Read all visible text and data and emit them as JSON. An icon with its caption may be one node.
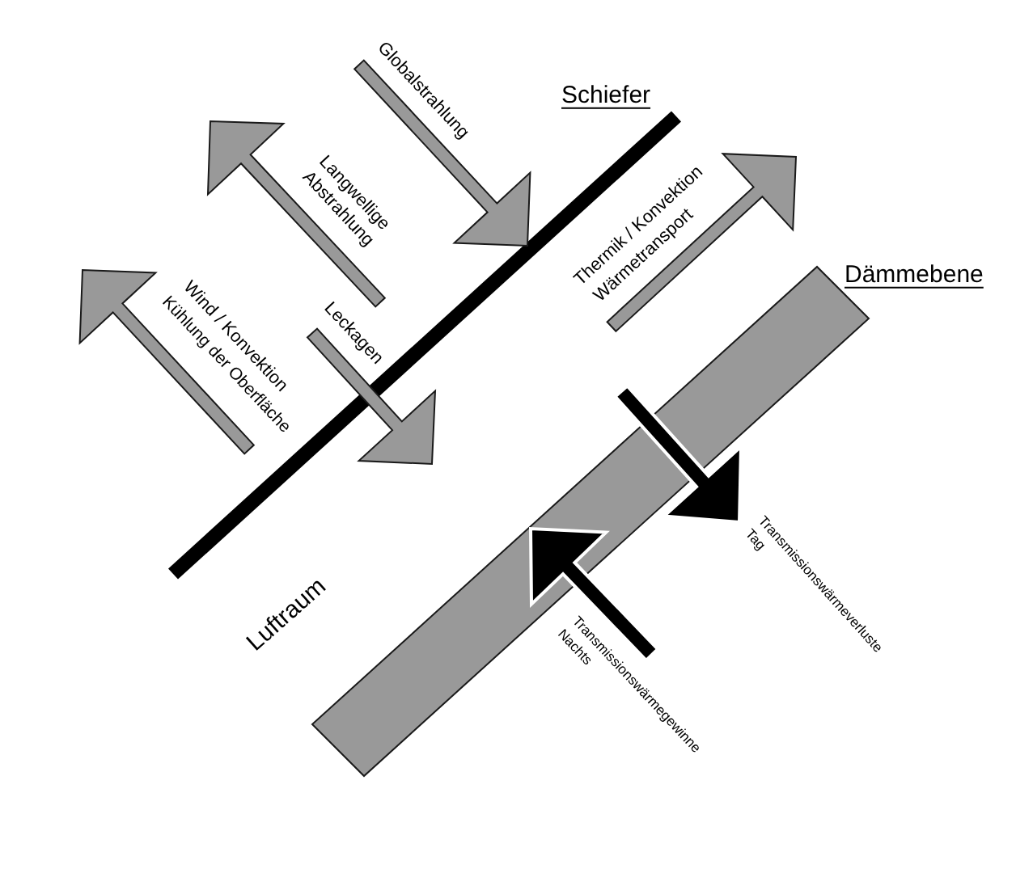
{
  "diagram": {
    "labels": [
      "Globalstrahlung",
      "Schiefer",
      "Langwellige Abstrahlung",
      "Thermik / Konvektion",
      "Wärmetransport",
      "Dämmebene",
      "Wind / Konvektion",
      "Kühlung der Oberfläche",
      "Leckagen",
      "Transmissionswärmeverluste",
      "Tag",
      "Luftraum",
      "Transmissionswärmegewinne",
      "Nachts"
    ]
  }
}
